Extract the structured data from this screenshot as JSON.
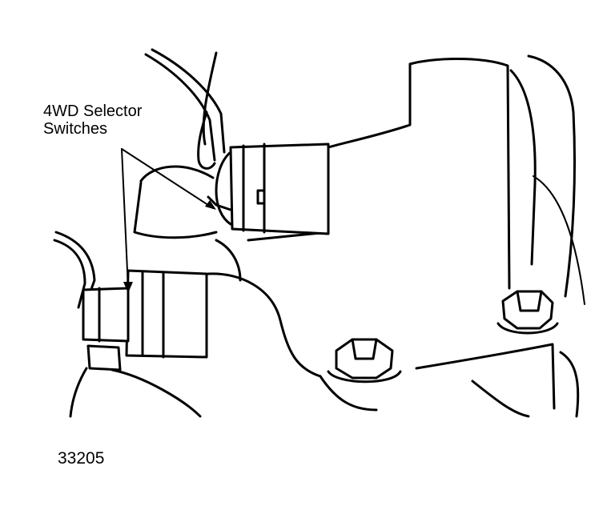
{
  "diagram": {
    "callout": {
      "line1": "4WD Selector",
      "line2": "Switches"
    },
    "figure_number": "33205",
    "colors": {
      "ink": "#000000",
      "paper": "#ffffff"
    }
  }
}
